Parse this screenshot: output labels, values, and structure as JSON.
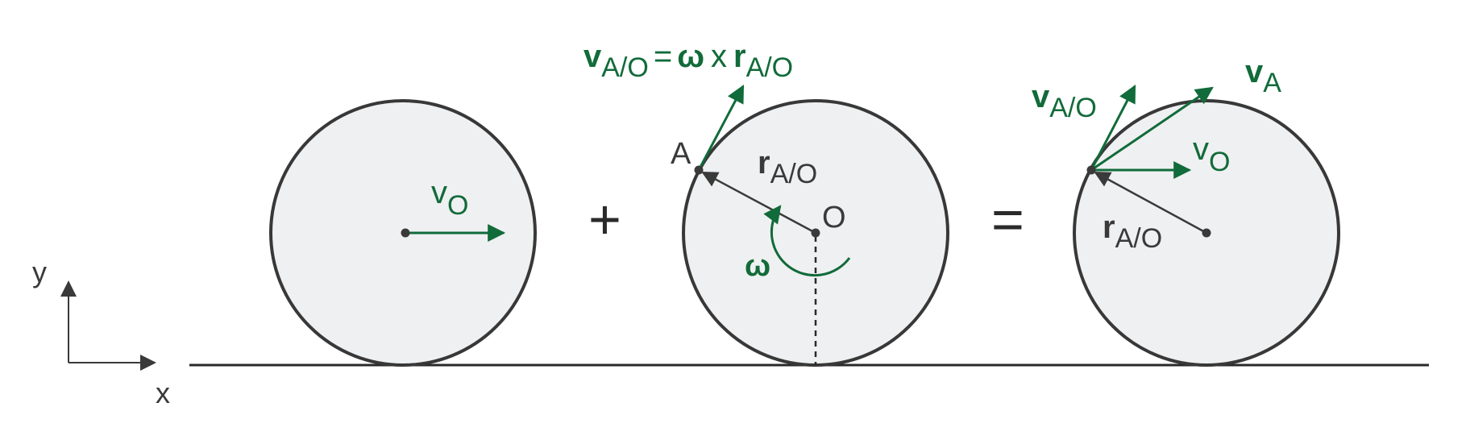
{
  "colors": {
    "wheel_fill": "#eff0f1",
    "wheel_stroke": "#383838",
    "green": "#116b3a",
    "dark": "#3a3a3a"
  },
  "axes": {
    "x_label": "x",
    "y_label": "y"
  },
  "operators": {
    "plus": "+",
    "equals": "="
  },
  "wheel_translation": {
    "v_label": "v",
    "v_sub": "O"
  },
  "wheel_rotation": {
    "equation": {
      "v": "v",
      "v_sub": "A/O",
      "eq": "=",
      "omega": "ω",
      "cross": "x",
      "r": "r",
      "r_sub": "A/O"
    },
    "point_a": "A",
    "center_o": "O",
    "r_label": "r",
    "r_sub": "A/O",
    "omega_label": "ω"
  },
  "wheel_combined": {
    "vao_label": "v",
    "vao_sub": "A/O",
    "va_label": "v",
    "va_sub": "A",
    "vo_label": "v",
    "vo_sub": "O",
    "r_label": "r",
    "r_sub": "A/O"
  }
}
